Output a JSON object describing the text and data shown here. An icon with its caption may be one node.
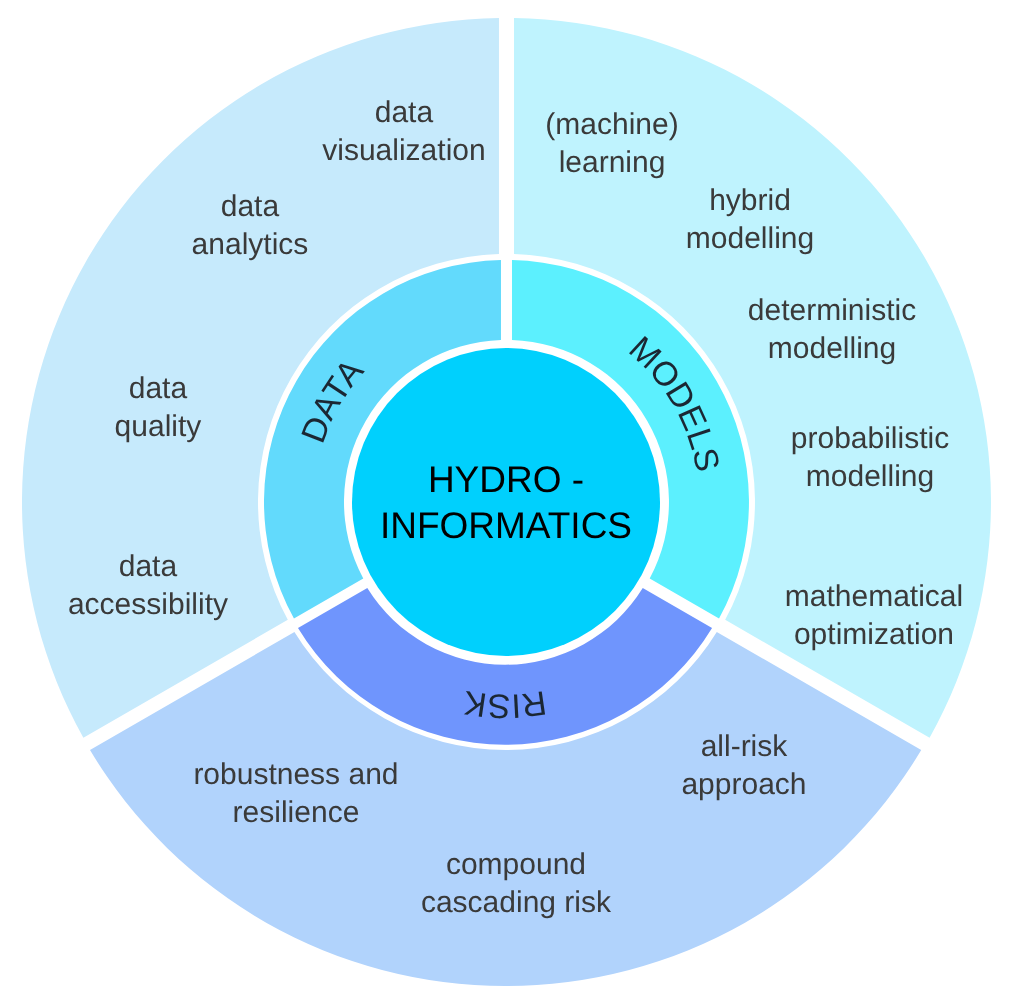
{
  "diagram": {
    "nodes": [
      {
        "text": [
          "HYDRO - INFORMATICS"
        ]
      },
      {
        "text": [
          "DATA"
        ]
      },
      {
        "text": [
          "MODELS"
        ]
      },
      {
        "text": [
          "RISK"
        ]
      },
      {
        "text": [
          "data visualization",
          "data analytics",
          "data quality",
          "data accessibility"
        ]
      },
      {
        "text": [
          "(machine) learning",
          "hybrid modelling",
          "deterministic modelling",
          "probabilistic modelling",
          "mathematical optimization"
        ]
      },
      {
        "text": [
          "robustness and resilience",
          "all-risk approach",
          "compound cascading risk"
        ]
      }
    ]
  }
}
